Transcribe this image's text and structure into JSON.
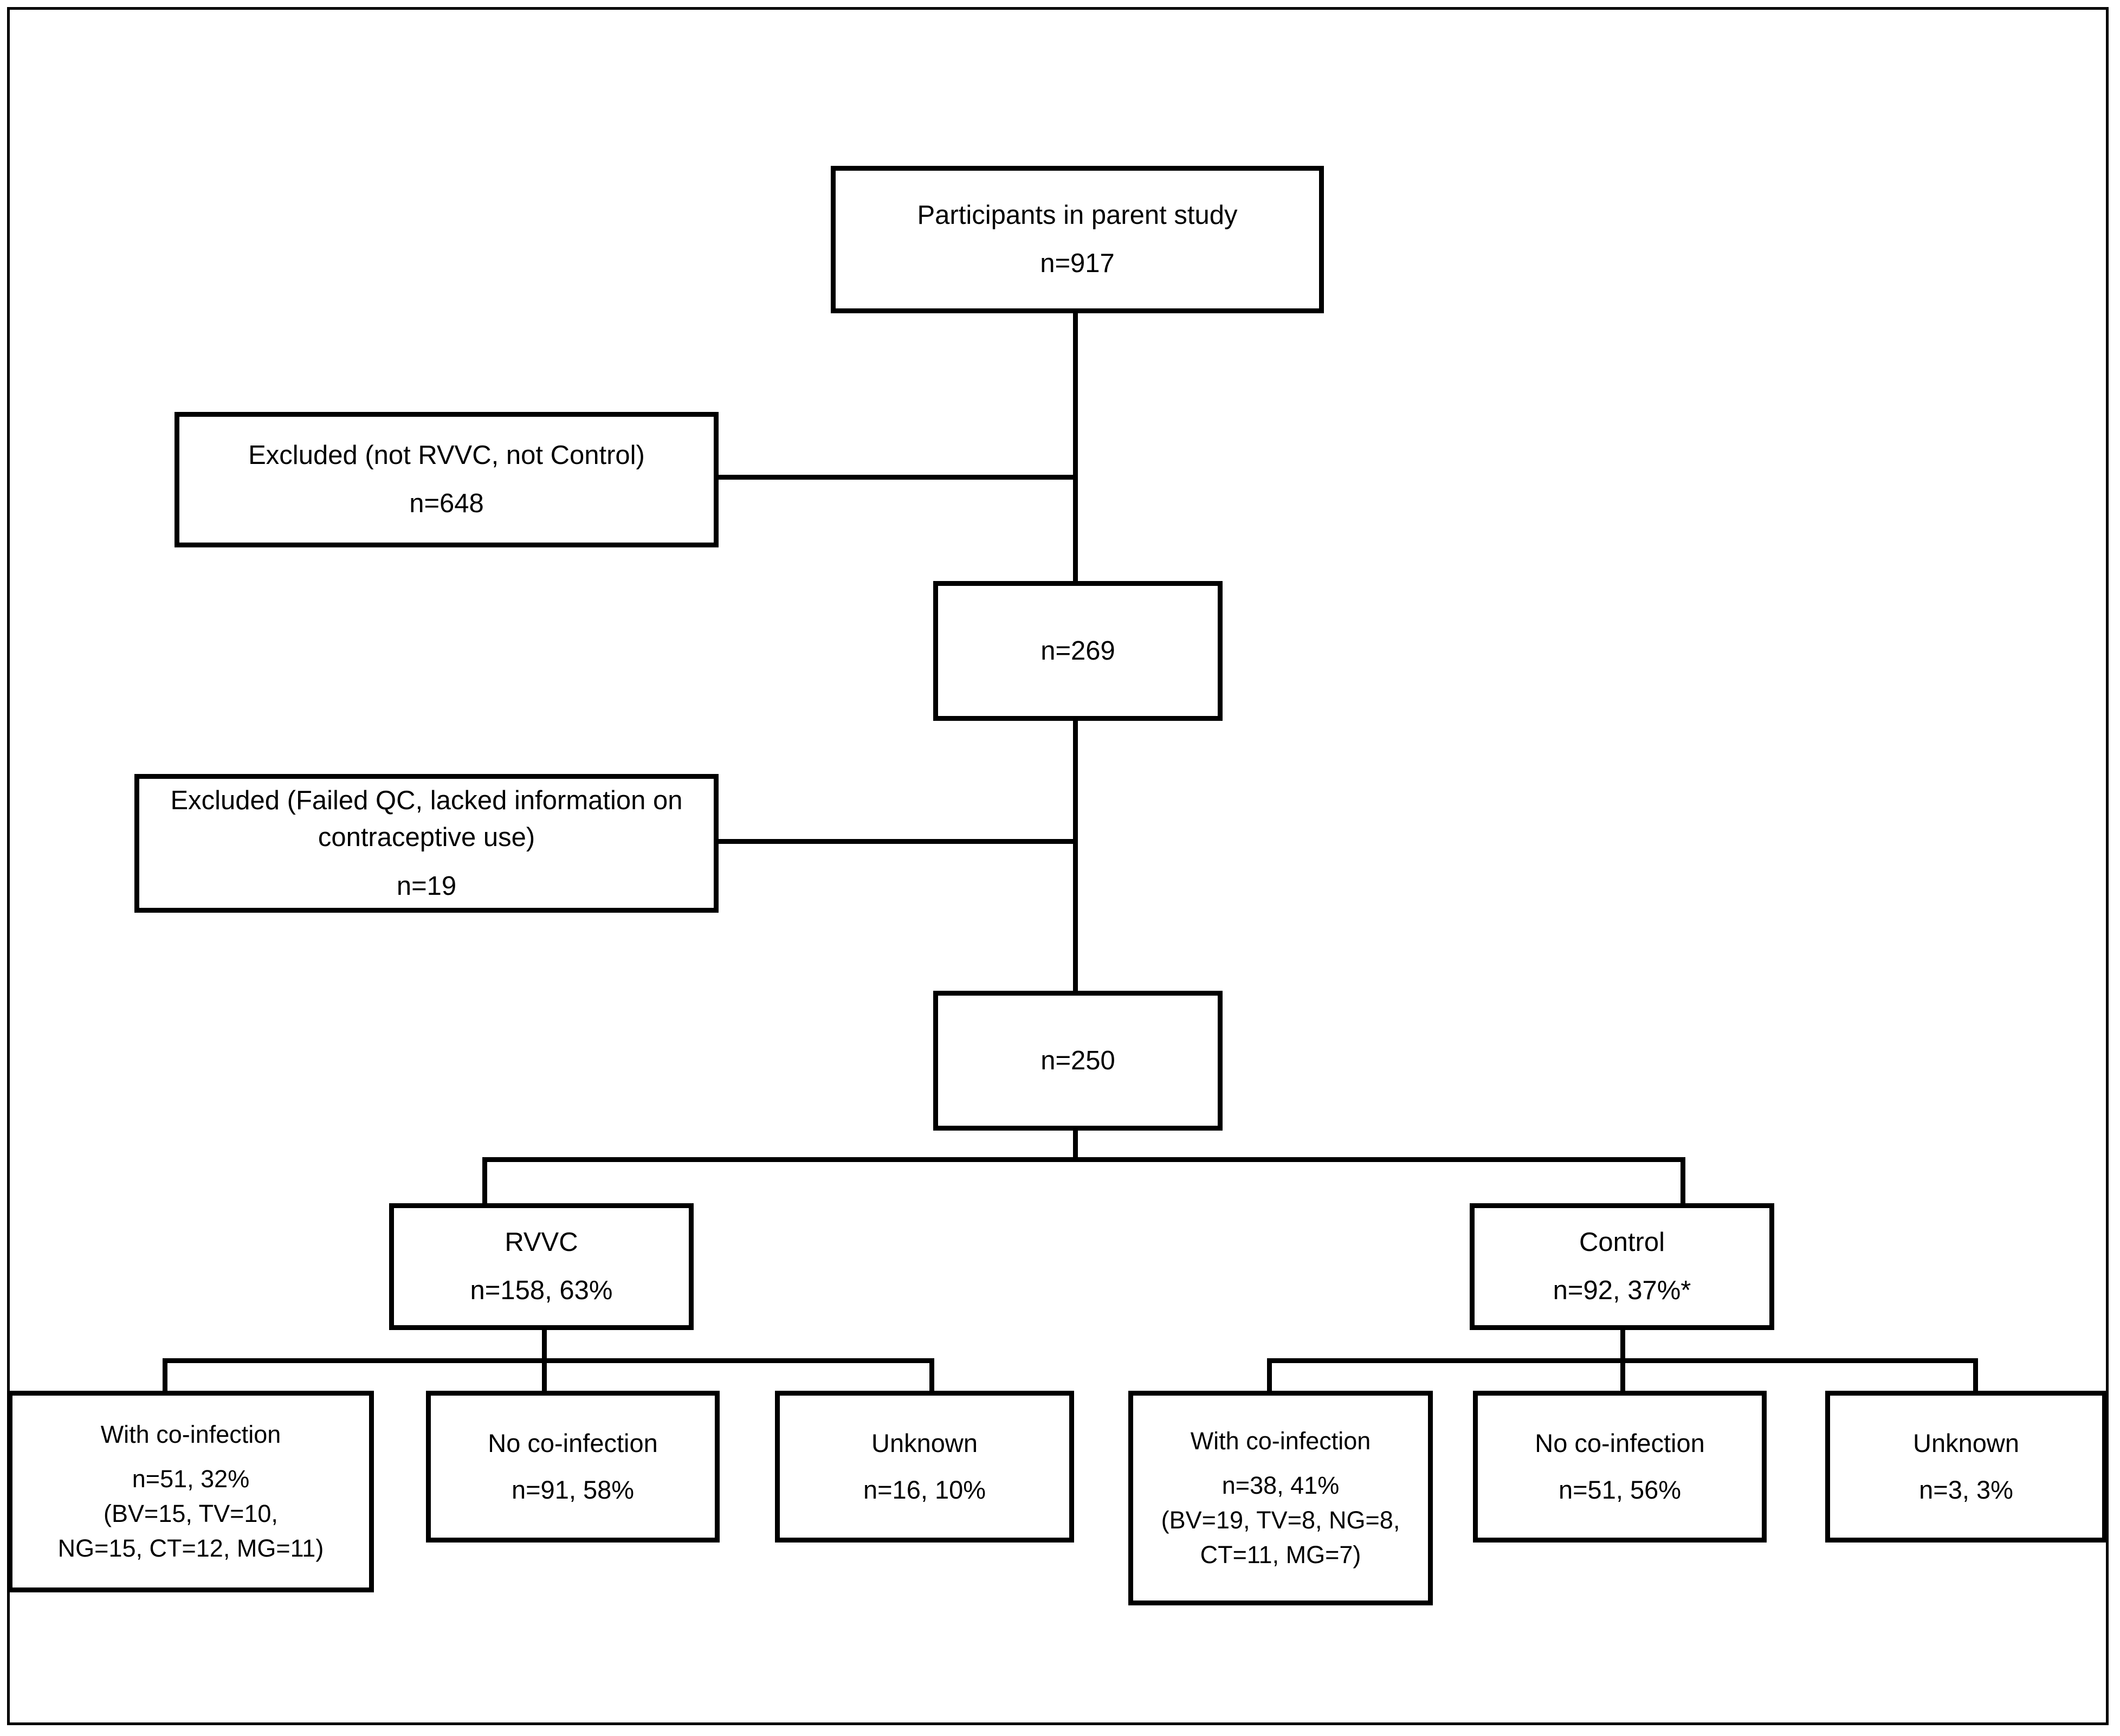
{
  "diagram": {
    "title": "Study participant flow",
    "stroke_color": "#000000",
    "background_color": "#ffffff"
  },
  "nodes": {
    "parent_study": {
      "label": "Participants in parent study",
      "count": "n=917"
    },
    "excluded_1": {
      "label": "Excluded (not RVVC, not Control)",
      "count": "n=648"
    },
    "after_exclusion_1": {
      "count": "n=269"
    },
    "excluded_2": {
      "label_line1": "Excluded (Failed QC, lacked information on",
      "label_line2": "contraceptive use)",
      "count": "n=19"
    },
    "after_exclusion_2": {
      "count": "n=250"
    },
    "rvvc": {
      "label": "RVVC",
      "count": "n=158, 63%"
    },
    "control": {
      "label": "Control",
      "count": "n=92, 37%*"
    },
    "rvvc_with_coinfection": {
      "label": "With co-infection",
      "count": "n=51, 32%",
      "detail_line1": "(BV=15, TV=10,",
      "detail_line2": "NG=15, CT=12, MG=11)"
    },
    "rvvc_no_coinfection": {
      "label": "No co-infection",
      "count": "n=91, 58%"
    },
    "rvvc_unknown": {
      "label": "Unknown",
      "count": "n=16, 10%"
    },
    "control_with_coinfection": {
      "label": "With co-infection",
      "count": "n=38, 41%",
      "detail_line1": "(BV=19, TV=8, NG=8,",
      "detail_line2": "CT=11, MG=7)"
    },
    "control_no_coinfection": {
      "label": "No co-infection",
      "count": "n=51, 56%"
    },
    "control_unknown": {
      "label": "Unknown",
      "count": "n=3, 3%"
    }
  },
  "chart_data": {
    "type": "diagram",
    "title": "Participant flow (CONSORT-style)",
    "nodes": [
      {
        "id": "parent_study",
        "text": "Participants in parent study",
        "n": 917
      },
      {
        "id": "excluded_1",
        "text": "Excluded (not RVVC, not Control)",
        "n": 648
      },
      {
        "id": "after_exclusion_1",
        "text": "n=269",
        "n": 269
      },
      {
        "id": "excluded_2",
        "text": "Excluded (Failed QC, lacked information on contraceptive use)",
        "n": 19
      },
      {
        "id": "after_exclusion_2",
        "text": "n=250",
        "n": 250
      },
      {
        "id": "rvvc",
        "text": "RVVC",
        "n": 158,
        "percent": 63
      },
      {
        "id": "control",
        "text": "Control",
        "n": 92,
        "percent": 37
      },
      {
        "id": "rvvc_with_coinfection",
        "text": "With co-infection",
        "n": 51,
        "percent": 32,
        "breakdown": {
          "BV": 15,
          "TV": 10,
          "NG": 15,
          "CT": 12,
          "MG": 11
        }
      },
      {
        "id": "rvvc_no_coinfection",
        "text": "No co-infection",
        "n": 91,
        "percent": 58
      },
      {
        "id": "rvvc_unknown",
        "text": "Unknown",
        "n": 16,
        "percent": 10
      },
      {
        "id": "control_with_coinfection",
        "text": "With co-infection",
        "n": 38,
        "percent": 41,
        "breakdown": {
          "BV": 19,
          "TV": 8,
          "NG": 8,
          "CT": 11,
          "MG": 7
        }
      },
      {
        "id": "control_no_coinfection",
        "text": "No co-infection",
        "n": 51,
        "percent": 56
      },
      {
        "id": "control_unknown",
        "text": "Unknown",
        "n": 3,
        "percent": 3
      }
    ],
    "edges": [
      {
        "from": "parent_study",
        "to": "after_exclusion_1"
      },
      {
        "from": "parent_study",
        "to": "excluded_1"
      },
      {
        "from": "after_exclusion_1",
        "to": "after_exclusion_2"
      },
      {
        "from": "after_exclusion_1",
        "to": "excluded_2"
      },
      {
        "from": "after_exclusion_2",
        "to": "rvvc"
      },
      {
        "from": "after_exclusion_2",
        "to": "control"
      },
      {
        "from": "rvvc",
        "to": "rvvc_with_coinfection"
      },
      {
        "from": "rvvc",
        "to": "rvvc_no_coinfection"
      },
      {
        "from": "rvvc",
        "to": "rvvc_unknown"
      },
      {
        "from": "control",
        "to": "control_with_coinfection"
      },
      {
        "from": "control",
        "to": "control_no_coinfection"
      },
      {
        "from": "control",
        "to": "control_unknown"
      }
    ]
  }
}
